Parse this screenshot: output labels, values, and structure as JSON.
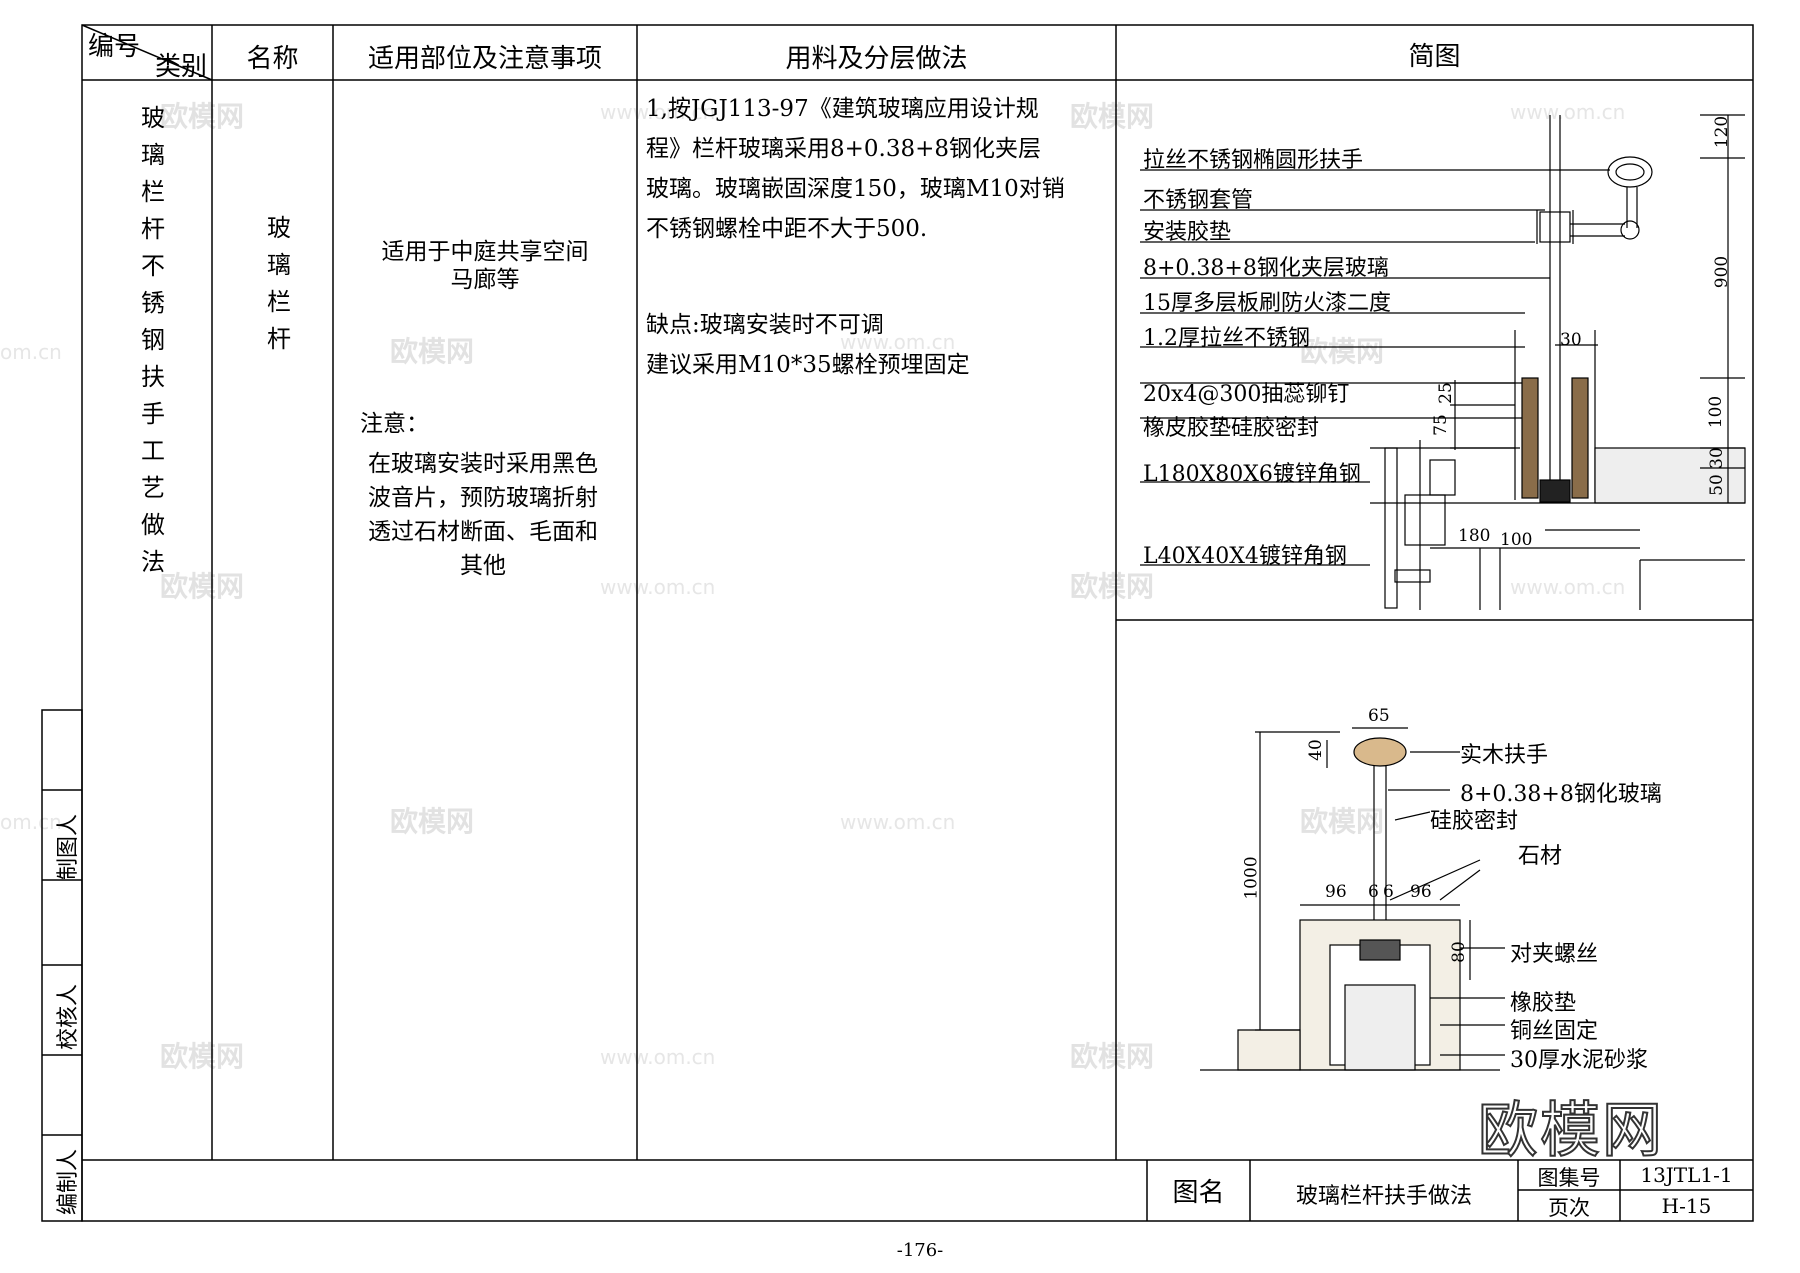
{
  "header": {
    "code_label": "编号",
    "category_label": "类别",
    "name_label": "名称",
    "scope_label": "适用部位及注意事项",
    "material_label": "用料及分层做法",
    "diagram_label": "简图"
  },
  "row": {
    "category": "玻璃栏杆不锈钢扶手工艺做法",
    "name": "玻璃栏杆",
    "scope_1": "适用于中庭共享空间",
    "scope_2": "马廊等",
    "note_title": "注意：",
    "note_1": "在玻璃安装时采用黑色",
    "note_2": "波音片，预防玻璃折射",
    "note_3": "透过石材断面、毛面和",
    "note_4": "其他",
    "material_1": "1,按JGJ113-97《建筑玻璃应用设计规",
    "material_2": "程》栏杆玻璃采用8+0.38+8钢化夹层",
    "material_3": "玻璃。玻璃嵌固深度150，玻璃M10对销",
    "material_4": "不锈钢螺栓中距不大于500.",
    "defect_1": "缺点:玻璃安装时不可调",
    "defect_2": "建议采用M10*35螺栓预埋固定"
  },
  "diagram_top": {
    "labels": [
      "拉丝不锈钢椭圆形扶手",
      "不锈钢套管",
      "安装胶垫",
      "8+0.38+8钢化夹层玻璃",
      "15厚多层板刷防火漆二度",
      "1.2厚拉丝不锈钢",
      "20x4@300抽蕊铆钉",
      "橡皮胶垫硅胶密封",
      "L180X80X6镀锌角钢",
      "L40X40X4镀锌角钢"
    ],
    "dims": [
      "120",
      "900",
      "30",
      "100",
      "30",
      "50",
      "25",
      "75",
      "180",
      "100"
    ]
  },
  "diagram_bottom": {
    "labels": [
      "实木扶手",
      "8+0.38+8钢化玻璃",
      "硅胶密封",
      "石材",
      "对夹螺丝",
      "橡胶垫",
      "铜丝固定",
      "30厚水泥砂浆"
    ],
    "dims": [
      "65",
      "40",
      "1000",
      "96",
      "6",
      "6",
      "96",
      "80"
    ]
  },
  "side": {
    "drafter": "制图人",
    "checker": "校核人",
    "editor": "编制人"
  },
  "footer": {
    "drawing_name_label": "图名",
    "drawing_name": "玻璃栏杆扶手做法",
    "atlas_label": "图集号",
    "atlas_no": "13JTL1-1",
    "page_label": "页次",
    "page_no": "H-15",
    "page_number": "-176-"
  },
  "watermark": {
    "brand": "欧模网",
    "url": "www.om.cn",
    "url_short": "om.cn"
  }
}
